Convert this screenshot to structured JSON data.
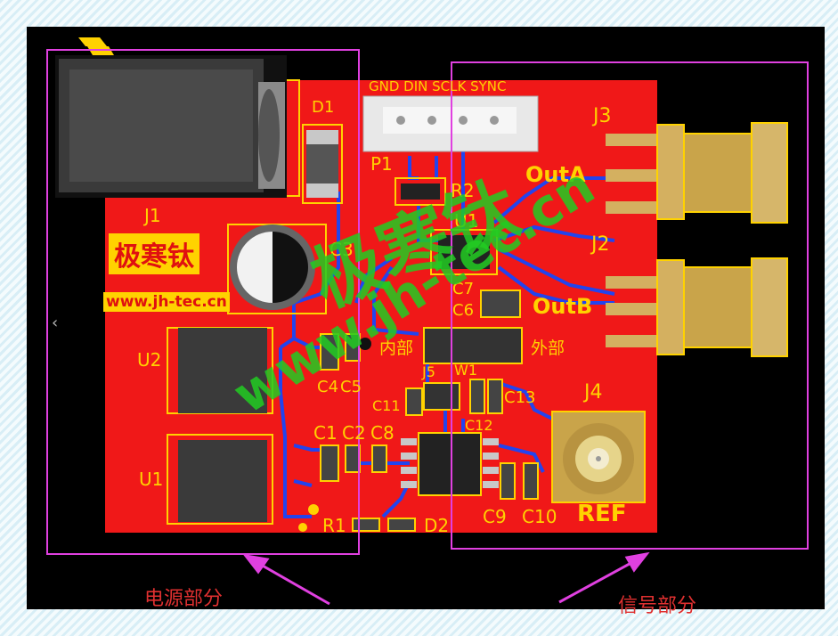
{
  "sections": {
    "power": "电源部分",
    "signal": "信号部分"
  },
  "header_pins": "GND  DIN SCLK SYNC",
  "silkscreen": {
    "j1": "J1",
    "d1": "D1",
    "p1": "P1",
    "r2": "R2",
    "u1_chip": "U1",
    "j3": "J3",
    "j2": "J2",
    "j4": "J4",
    "outa": "OutA",
    "outb": "OutB",
    "c3": "C3",
    "c7": "C7",
    "c6": "C6",
    "u2": "U2",
    "c4": "C4",
    "c5": "C5",
    "internal": "内部",
    "external": "外部",
    "j5": "J5",
    "w1": "W1",
    "c11": "C11",
    "c13": "C13",
    "c12": "C12",
    "c1": "C1",
    "c2": "C2",
    "c8": "C8",
    "u1": "U1",
    "c9": "C9",
    "c10": "C10",
    "ref": "REF",
    "r1": "R1",
    "d2": "D2"
  },
  "brand": {
    "name": "极寒钛",
    "url": "www.jh-tec.cn"
  },
  "watermark": {
    "name": "极寒钛",
    "url": "www.jh-tec.cn"
  },
  "colors": {
    "pcb": "#f01818",
    "silk": "#ffd200",
    "trace": "#2244ee",
    "section_box": "#e040e0",
    "watermark": "#22cc22"
  }
}
